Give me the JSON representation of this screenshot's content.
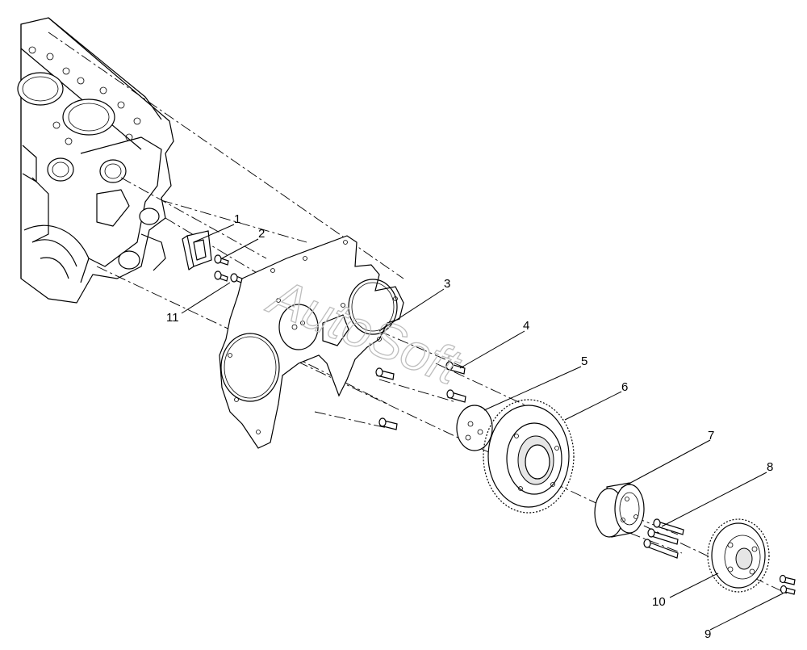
{
  "watermark": "AutoSoft",
  "callouts": [
    {
      "label": "1"
    },
    {
      "label": "2"
    },
    {
      "label": "3"
    },
    {
      "label": "4"
    },
    {
      "label": "5"
    },
    {
      "label": "6"
    },
    {
      "label": "7"
    },
    {
      "label": "8"
    },
    {
      "label": "10"
    },
    {
      "label": "9"
    },
    {
      "label": "11"
    }
  ]
}
